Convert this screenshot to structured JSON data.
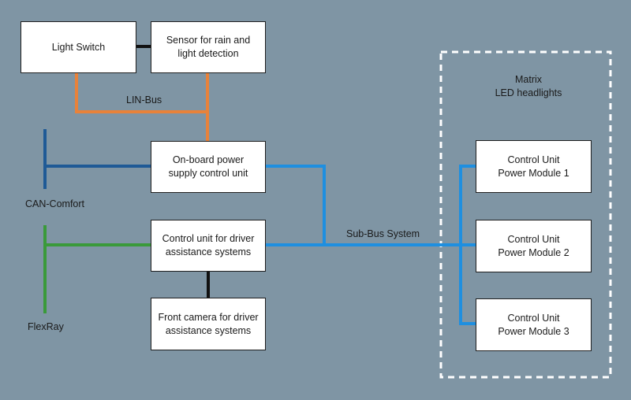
{
  "boxes": {
    "light_switch": "Light Switch",
    "rain_sensor": "Sensor for rain and\nlight detection",
    "onboard_power": "On-board power\nsupply control unit",
    "driver_assist_ecu": "Control unit for driver\nassistance systems",
    "front_camera": "Front camera for driver\nassistance systems",
    "power_module_1": "Control Unit\nPower Module 1",
    "power_module_2": "Control Unit\nPower Module 2",
    "power_module_3": "Control Unit\nPower Module 3"
  },
  "labels": {
    "lin_bus": "LIN-Bus",
    "can_comfort": "CAN-Comfort",
    "flexray": "FlexRay",
    "sub_bus": "Sub-Bus System",
    "matrix_group": "Matrix\nLED headlights"
  },
  "colors": {
    "background": "#7f95a4",
    "lin_bus": "#e8823a",
    "can_comfort": "#1f5a96",
    "flexray": "#3a9a3a",
    "sub_bus": "#1e8fe0",
    "link": "#111111",
    "dashed_border": "#ffffff"
  }
}
